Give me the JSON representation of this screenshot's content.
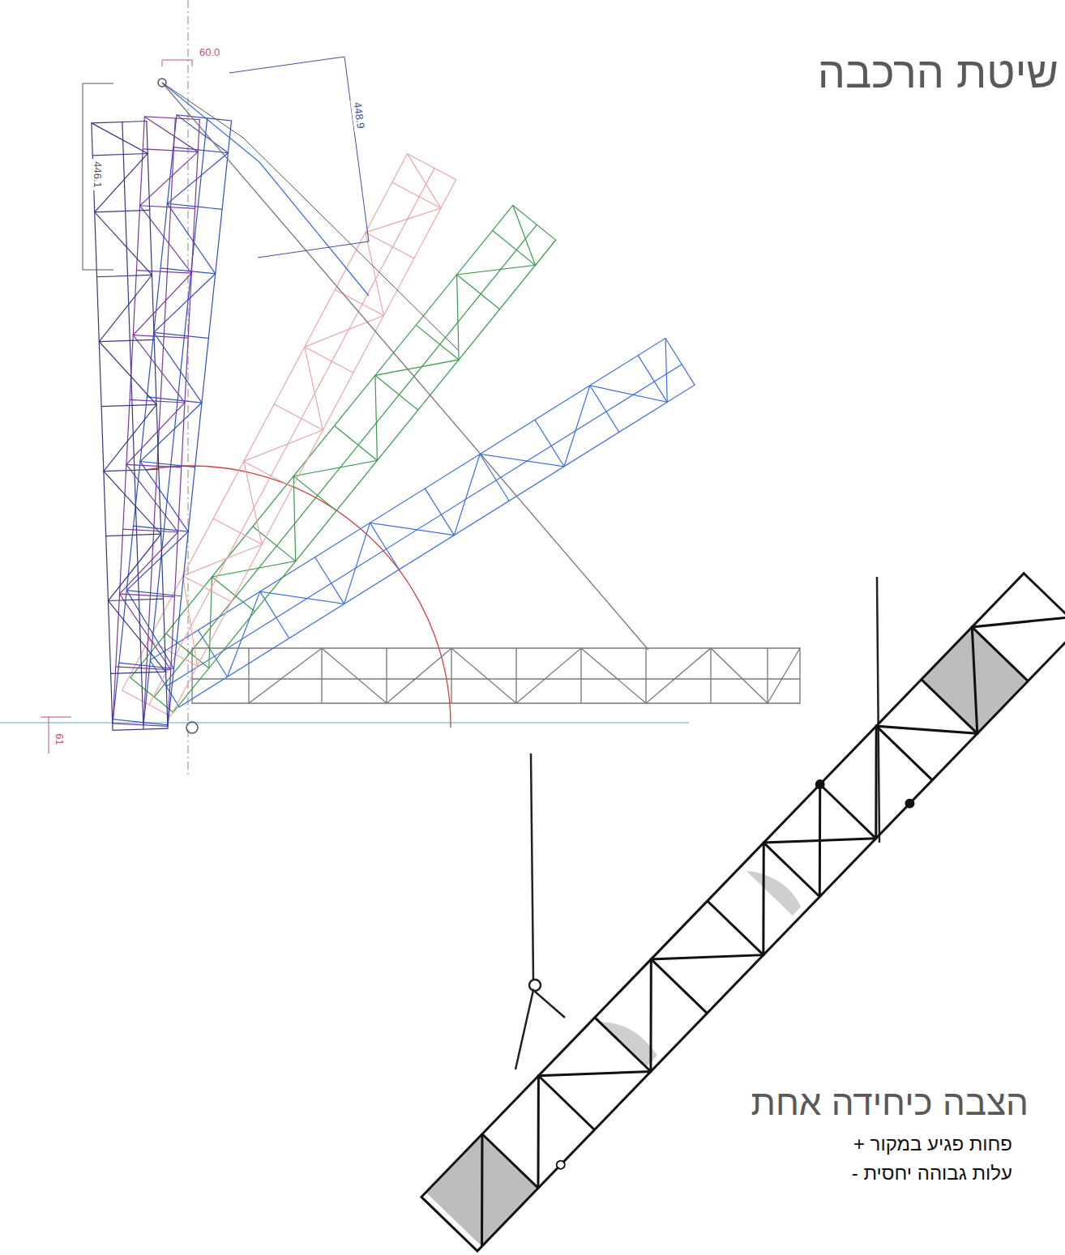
{
  "diagram": {
    "title": "שיטת הרכבה",
    "labels": [
      "60.0",
      "446.1",
      "448.9",
      "61",
      "הצבה כיחידה אחת",
      "+ פחות פגיע במקור",
      "- עלות גבוהה יחסית"
    ]
  }
}
